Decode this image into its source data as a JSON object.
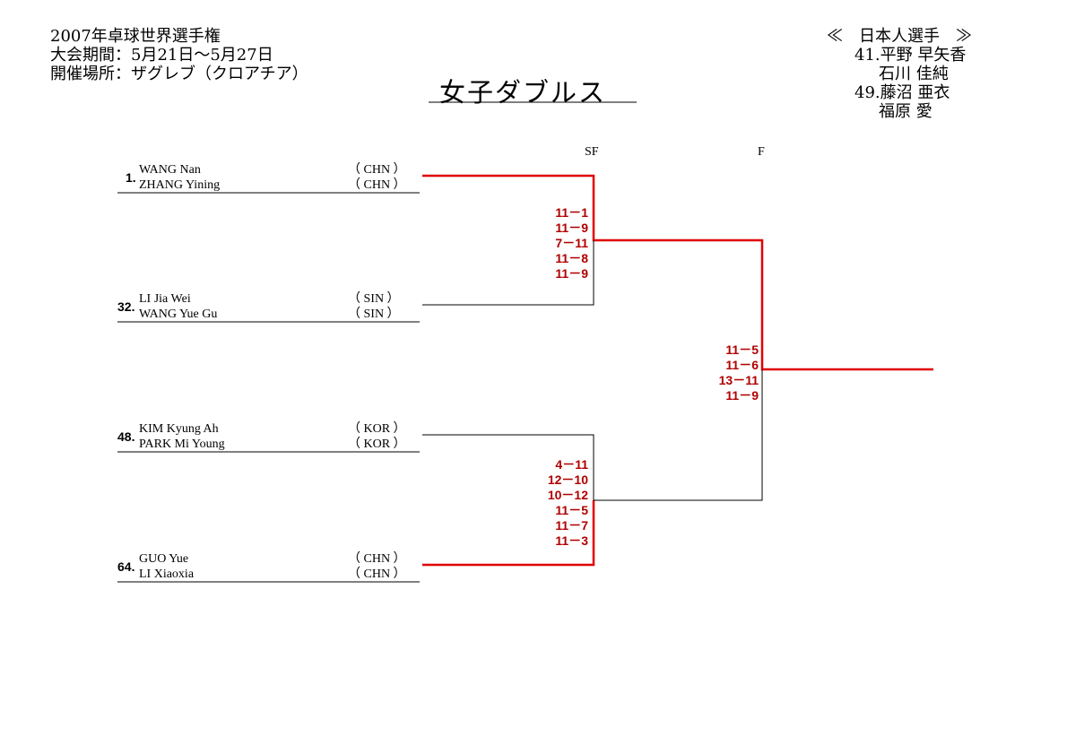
{
  "header": {
    "line1": "2007年卓球世界選手権",
    "line2": "大会期間：5月21日～5月27日",
    "line3": "開催場所：ザグレブ（クロアチア）"
  },
  "title": "女子ダブルス",
  "japanese_players": {
    "heading": "≪　日本人選手　≫",
    "lines": [
      "41.平野 早矢香",
      "石川 佳純",
      "49.藤沼 亜衣",
      "福原 愛"
    ]
  },
  "rounds": {
    "sf": "SF",
    "f": "F"
  },
  "entries": [
    {
      "seed": "1.",
      "player1": "WANG Nan",
      "country1": "（ CHN ）",
      "player2": "ZHANG Yining",
      "country2": "（ CHN ）"
    },
    {
      "seed": "32.",
      "player1": "LI Jia Wei",
      "country1": "（ SIN ）",
      "player2": "WANG Yue Gu",
      "country2": "（ SIN ）"
    },
    {
      "seed": "48.",
      "player1": "KIM Kyung Ah",
      "country1": "（ KOR ）",
      "player2": "PARK Mi Young",
      "country2": "（ KOR ）"
    },
    {
      "seed": "64.",
      "player1": "GUO Yue",
      "country1": "（ CHN ）",
      "player2": "LI Xiaoxia",
      "country2": "（ CHN ）"
    }
  ],
  "scores": {
    "sf1": [
      "11－1",
      "11－9",
      "7－11",
      "11－8",
      "11－9"
    ],
    "sf2": [
      "4－11",
      "12－10",
      "10－12",
      "11－5",
      "11－7",
      "11－3"
    ],
    "final": [
      "11－5",
      "11－6",
      "13－11",
      "11－9"
    ]
  },
  "colors": {
    "winner_line": "#e00000",
    "score_text": "#b00000",
    "loser_line": "#000000"
  }
}
